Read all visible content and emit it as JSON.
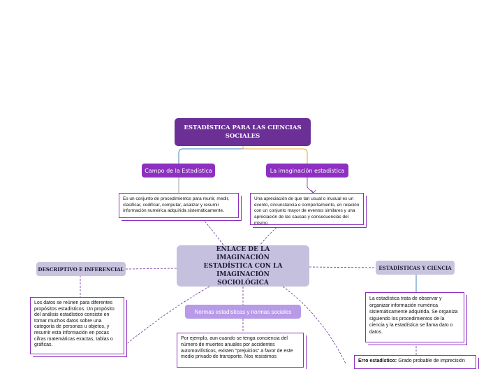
{
  "title": "ESTADÍSTICA PARA LAS CIENCIAS SOCIALES",
  "branch_left": {
    "label": "Campo de la Estadística",
    "text": "Es un conjunto de procedimientos para reunir, medir, clasificar, codificar, computar, analizar y resumir información numérica adquirida sistemáticamente."
  },
  "branch_right": {
    "label": "La imaginación estadística",
    "text": "Una apreciación de que tan usual o inusual es un evento, circunstancia o comportamiento, en relación con un conjunto mayor de eventos similares y una apreciación de las causas y consecuencias del mismo."
  },
  "central": "ENLACE DE LA IMAGINACIÓN ESTADÍSTICA CON LA IMAGINACIÓN SOCIOLÓGICA",
  "left_topic": {
    "label": "DESCRIPTIVO E INFERENCIAL",
    "text": "Los datos se reúnen para diferentes propósitos estadísticos. Un propósito del análisis estadístico consiste en tomar muchos datos sobre una categoría de personas u objetos, y resumir esta información en pocas cifras matemáticas exactas, tablas o gráficas."
  },
  "right_topic": {
    "label": "ESTADÍSTICAS Y CIENCIA",
    "text": "La estadística trata de observar y organizar información numérica sistemáticamente adquirida. Se organiza siguiendo los procedimientos de la ciencia y la estadística se llama dato o datos."
  },
  "bottom_topic": {
    "label": "Normas estadísticas y normas sociales",
    "text": "Por ejemplo, aun cuando se tenga conciencia del número de muertes anuales por accidentes automovilísticos, existen \"prejuicios\" a favor de este medio privado de transporte. Nos resistimos"
  },
  "error_card": {
    "bold": "Erro estadístico:",
    "text": "Grado probable de imprecisión"
  },
  "colors": {
    "title_bg": "#6b2f96",
    "pill_bg": "#8d2fc0",
    "pill_light_bg": "#b89ae8",
    "gray_bg": "#c9c4de",
    "line_blue": "#3d86c6",
    "line_orange": "#e3a33a",
    "line_purple": "#6b2f96"
  }
}
